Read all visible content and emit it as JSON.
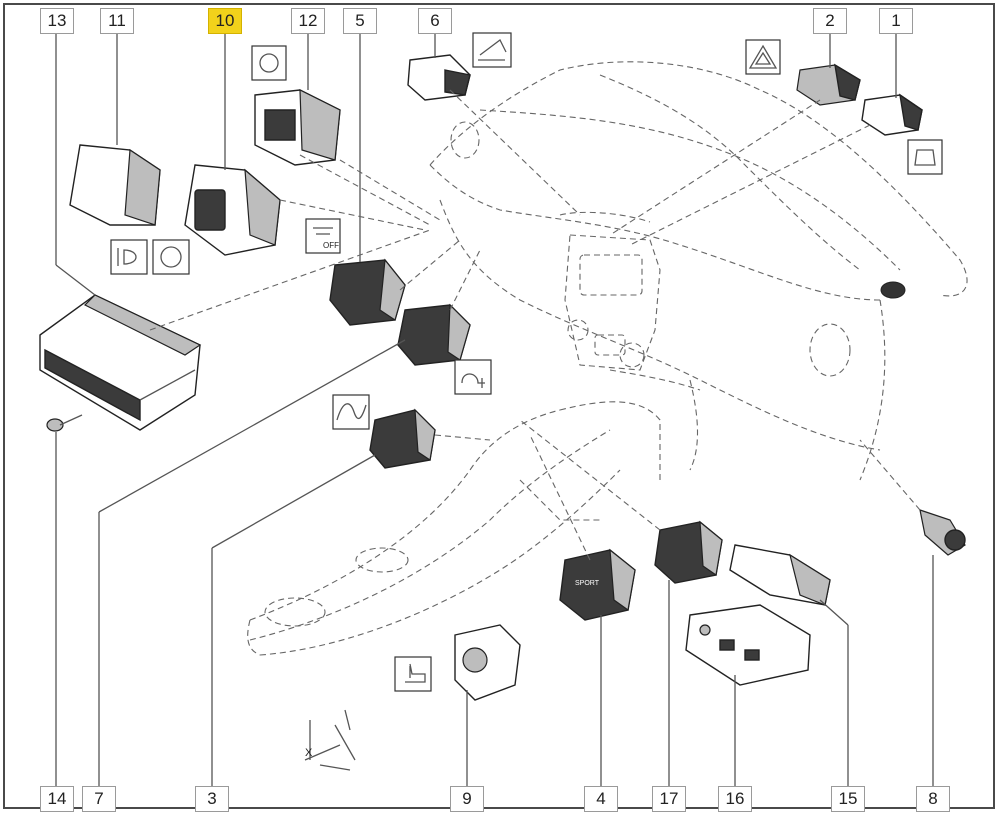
{
  "diagram": {
    "top_callouts": [
      "13",
      "11",
      "10",
      "12",
      "5",
      "6",
      "2",
      "1"
    ],
    "bottom_callouts": [
      "14",
      "7",
      "3",
      "9",
      "4",
      "17",
      "16",
      "15",
      "8"
    ],
    "highlighted_callout": "10",
    "highlight_color": "#f2d21b",
    "line_color": "#555555",
    "icons": {
      "part_12": "traction-control-icon",
      "part_6": "eco-mode-icon",
      "part_2": "hazard-warning-icon",
      "part_1": "door-lock-icon",
      "part_11": "headlamp-level-icon",
      "part_11b": "steering-icon",
      "part_5": "parking-sensor-off-icon",
      "part_7": "charging-plug-icon",
      "part_3": "speed-limiter-icon",
      "part_9": "heated-seat-icon"
    },
    "off_label": "OFF",
    "sport_label": "SPORT",
    "dimension_label": "X"
  }
}
